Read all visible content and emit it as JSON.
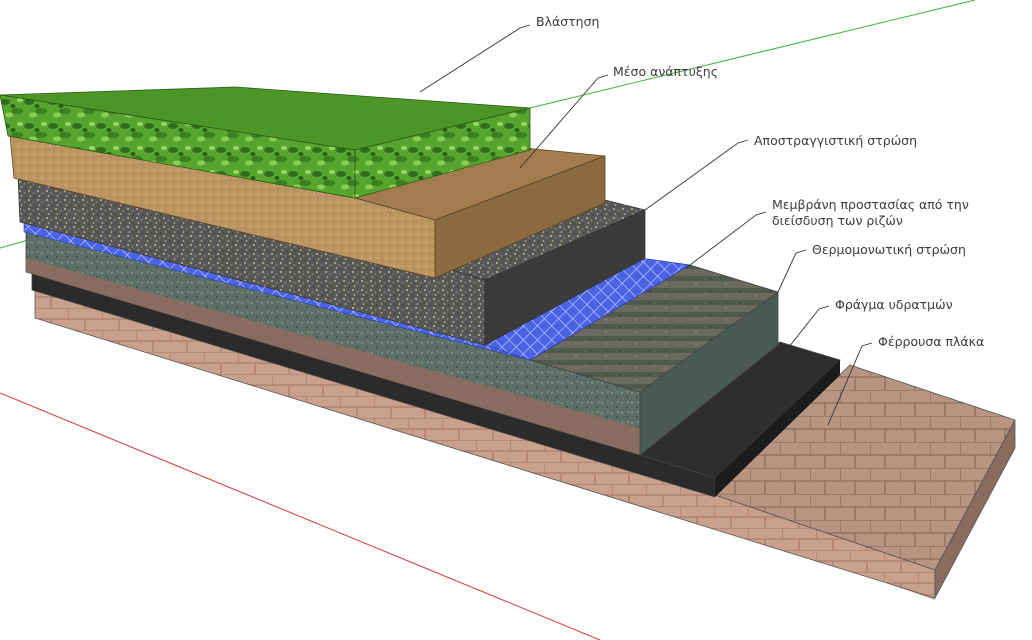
{
  "diagram": {
    "layers": [
      {
        "id": "vegetation",
        "label": "Βλάστηση"
      },
      {
        "id": "growing",
        "label": "Μέσο ανάπτυξης"
      },
      {
        "id": "drainage",
        "label": "Αποστραγγιστική στρώση"
      },
      {
        "id": "root_barrier",
        "label_line1": "Μεμβράνη προστασίας από την",
        "label_line2": "διείσδυση των ριζών"
      },
      {
        "id": "insulation",
        "label": "Θερμομονωτική στρώση"
      },
      {
        "id": "vapor",
        "label": "Φράγμα υδρατμών"
      },
      {
        "id": "slab",
        "label": "Φέρρουσα πλάκα"
      }
    ],
    "colors": {
      "grass": "#4f9a2c",
      "soil": "#b8935e",
      "gravel": "#5a5a5a",
      "membrane": "#3a55d8",
      "insulation": "#5b7068",
      "vapor": "#2c2b2b",
      "slab": "#c89a86",
      "axis_green": "#3cb53c",
      "axis_red": "#d23c3c"
    }
  }
}
